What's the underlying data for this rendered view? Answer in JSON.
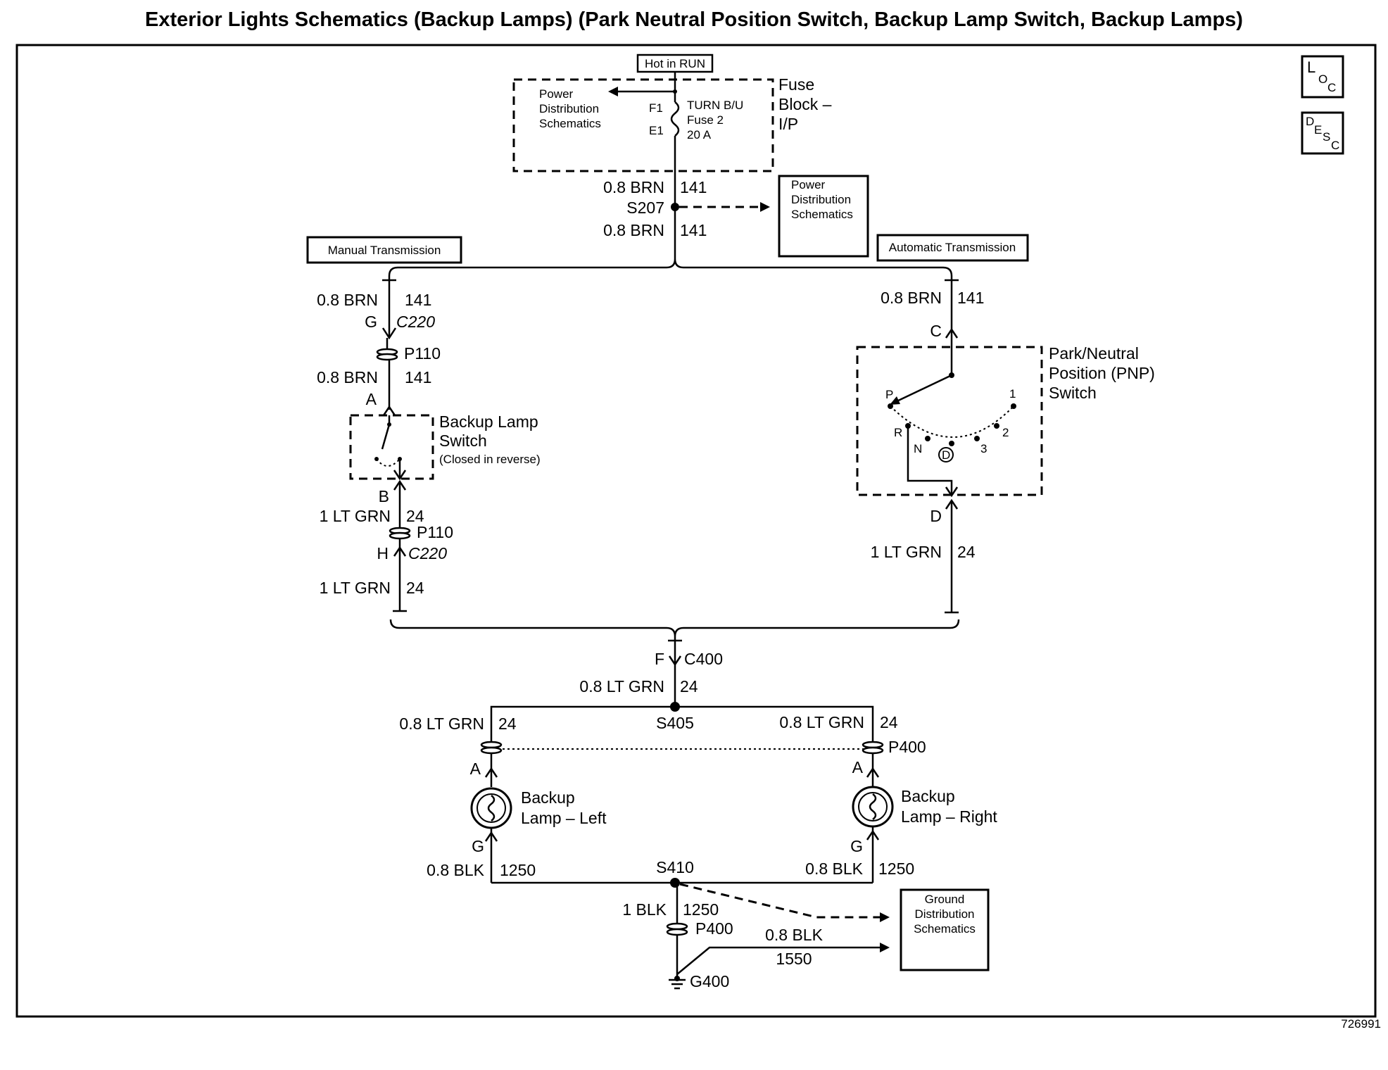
{
  "title": "Exterior Lights Schematics (Backup Lamps) (Park Neutral Position Switch, Backup Lamp Switch, Backup Lamps)",
  "doc_number": "726991",
  "side_icons": [
    {
      "big": "L",
      "sub1": "O",
      "sub2": "C"
    },
    {
      "big": "D",
      "sub1": "E",
      "sub2": "S",
      "sub3": "C"
    }
  ],
  "fuse_block": {
    "hot_label": "Hot in RUN",
    "name_lines": [
      "Fuse",
      "Block –",
      "I/P"
    ],
    "power_dist_lines": [
      "Power",
      "Distribution",
      "Schematics"
    ],
    "pin_top": "F1",
    "pin_bottom": "E1",
    "fuse_lines": [
      "TURN B/U",
      "Fuse 2",
      "20 A"
    ]
  },
  "top_wire": {
    "upper_label": "0.8 BRN",
    "upper_circuit": "141",
    "splice": "S207",
    "lower_label": "0.8 BRN",
    "lower_circuit": "141",
    "power_dist_lines": [
      "Power",
      "Distribution",
      "Schematics"
    ]
  },
  "manual": {
    "header": "Manual Transmission",
    "wire1": "0.8 BRN",
    "circuit1": "141",
    "pin1": "G",
    "conn1": "C220",
    "inline1": "P110",
    "wire2": "0.8 BRN",
    "circuit2": "141",
    "pin_a": "A",
    "switch_lines": [
      "Backup Lamp",
      "Switch"
    ],
    "switch_note": "(Closed in reverse)",
    "pin_b": "B",
    "wire3": "1 LT GRN",
    "circuit3": "24",
    "inline2": "P110",
    "pin_h": "H",
    "conn2": "C220",
    "wire4": "1 LT GRN",
    "circuit4": "24"
  },
  "automatic": {
    "header": "Automatic Transmission",
    "wire1": "0.8 BRN",
    "circuit1": "141",
    "pin_c": "C",
    "switch_lines": [
      "Park/Neutral",
      "Position (PNP)",
      "Switch"
    ],
    "positions": [
      "P",
      "R",
      "N",
      "D",
      "3",
      "2",
      "1"
    ],
    "pin_d": "D",
    "wire2": "1 LT GRN",
    "circuit2": "24"
  },
  "lower": {
    "pin_f": "F",
    "conn": "C400",
    "wire": "0.8 LT GRN",
    "circuit": "24",
    "splice": "S405",
    "left_wire": "0.8 LT GRN",
    "left_circuit": "24",
    "right_wire": "0.8 LT GRN",
    "right_circuit": "24",
    "inline": "P400",
    "left_pin_a": "A",
    "right_pin_a": "A",
    "left_lamp_lines": [
      "Backup",
      "Lamp – Left"
    ],
    "right_lamp_lines": [
      "Backup",
      "Lamp – Right"
    ],
    "left_pin_g": "G",
    "right_pin_g": "G",
    "left_gnd_wire": "0.8 BLK",
    "left_gnd_circuit": "1250",
    "right_gnd_wire": "0.8 BLK",
    "right_gnd_circuit": "1250",
    "ground_splice": "S410",
    "down_wire": "1 BLK",
    "down_circuit": "1250",
    "down_inline": "P400",
    "other_wire": "0.8 BLK",
    "other_circuit": "1550",
    "ground": "G400",
    "ground_dist_lines": [
      "Ground",
      "Distribution",
      "Schematics"
    ]
  }
}
